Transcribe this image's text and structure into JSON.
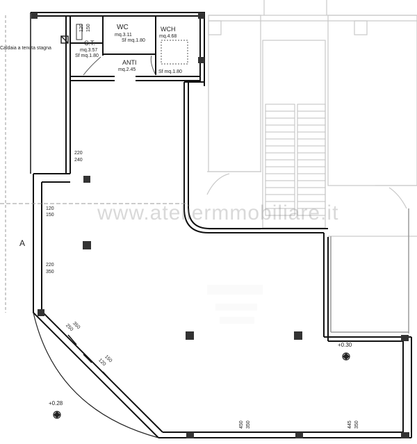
{
  "rooms": {
    "wc": {
      "name": "WC",
      "area": "mq.3.11",
      "sf": "Sf mq.1.80"
    },
    "wch": {
      "name": "WCH",
      "area": "mq.4.68",
      "sf": "Sf mq.1.80"
    },
    "ct": {
      "name": "C.T.",
      "area": "mq.3.57",
      "sf": "Sf mq.1.80"
    },
    "anti": {
      "name": "ANTI",
      "area": "mq.2.45"
    }
  },
  "annotations": {
    "boiler_note": "Caldaia a tenuta stagna",
    "section_marker": "A",
    "level_right": "+0.30",
    "level_left": "+0.28",
    "watermark": "www.ateliermmobiliare.it"
  },
  "openings": {
    "d_top": {
      "a": "120",
      "b": "150"
    },
    "d_left1": {
      "a": "220",
      "b": "240"
    },
    "d_left2": {
      "a": "120",
      "b": "150"
    },
    "d_left3": {
      "a": "220",
      "b": "350"
    },
    "d_diag1": {
      "a": "250",
      "b": "350"
    },
    "d_diag2": {
      "a": "120",
      "b": "150"
    },
    "d_bottom1": {
      "a": "450",
      "b": "350"
    },
    "d_bottom2": {
      "a": "445",
      "b": "350"
    }
  }
}
